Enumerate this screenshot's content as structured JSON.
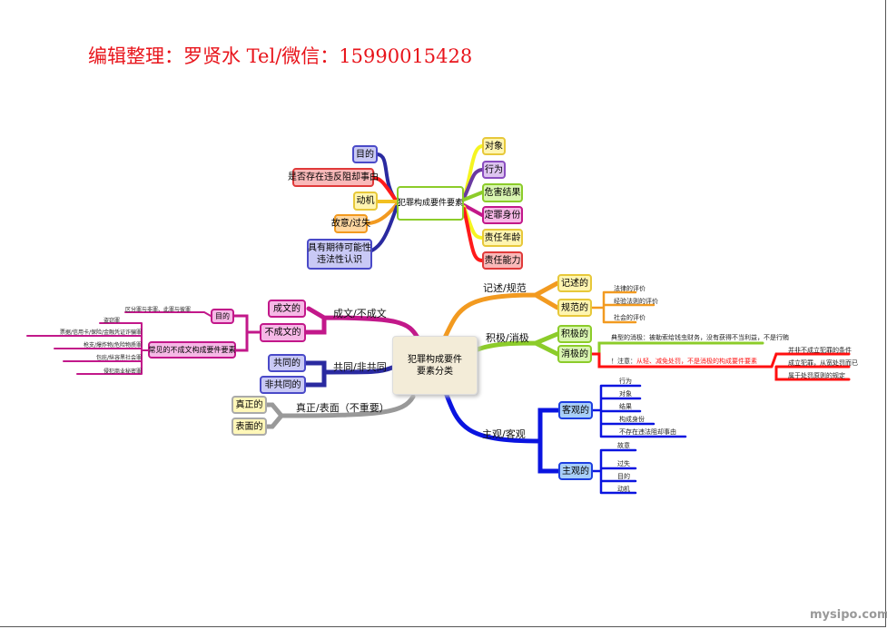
{
  "header": {
    "title": "编辑整理：罗贤水 Tel/微信：15990015428"
  },
  "footer": {
    "watermark": "mysipo.com"
  },
  "top_map": {
    "center": "犯罪构成要件要素",
    "left": [
      "目的",
      "是否存在违反阻却事由",
      "动机",
      "故意/过失",
      "具有期待可能性\n违法性认识"
    ],
    "right": [
      "对象",
      "行为",
      "危害结果",
      "定罪身份",
      "责任年龄",
      "责任能力"
    ]
  },
  "main_map": {
    "center": "犯罪构成要件要素分类",
    "branches": {
      "descriptive": {
        "label": "记述/规范",
        "nodes": [
          "记述的",
          "规范的"
        ],
        "normative_items": [
          "法律的评价",
          "经验法则的评价",
          "社会的评价"
        ]
      },
      "positive": {
        "label": "积极/消极",
        "nodes": [
          "积极的",
          "消极的"
        ],
        "typical": "典型的消极：被勒索给钱虫财务，没有获得不当利益，不是行贿",
        "note_prefix": "！注意：",
        "note": "从轻、减免处罚，不是消极的构成要件要素",
        "note_items": [
          "并非不成立犯罪的条件",
          "成立犯罪，从宽处罚而已",
          "属于处罚原则的规定"
        ]
      },
      "objective": {
        "label": "主观/客观",
        "nodes": [
          "客观的",
          "主观的"
        ],
        "objective_items": [
          "行为",
          "对象",
          "结果",
          "构成身份",
          "不存在违法阻却事由"
        ],
        "subjective_items": [
          "故意",
          "过失",
          "目的",
          "动机"
        ]
      },
      "written": {
        "label": "成文/不成文",
        "nodes": [
          "成文的",
          "不成文的"
        ],
        "purpose": "目的",
        "purpose_item": "区分罪与非罪、此罪与彼罪",
        "common": "常见的不成文构成要件要素",
        "common_items": [
          "盗窃罪",
          "票据/信用卡/保险/金融凭证诈骗罪",
          "枪支/爆炸物/危险物质罪",
          "包庇/纵容黑社会罪",
          "侵犯商业秘密罪"
        ]
      },
      "joint": {
        "label": "共同/非共同",
        "nodes": [
          "共同的",
          "非共同的"
        ]
      },
      "true": {
        "label": "真正/表面（不重要）",
        "nodes": [
          "真正的",
          "表面的"
        ]
      }
    }
  },
  "colors": {
    "title": "#e8141b",
    "orange": "#f29a20",
    "green": "#8ccc2a",
    "blue": "#0a14e0",
    "magenta": "#c2188a",
    "navy": "#2a2aa0",
    "gray": "#999999",
    "red": "#ff1010"
  }
}
